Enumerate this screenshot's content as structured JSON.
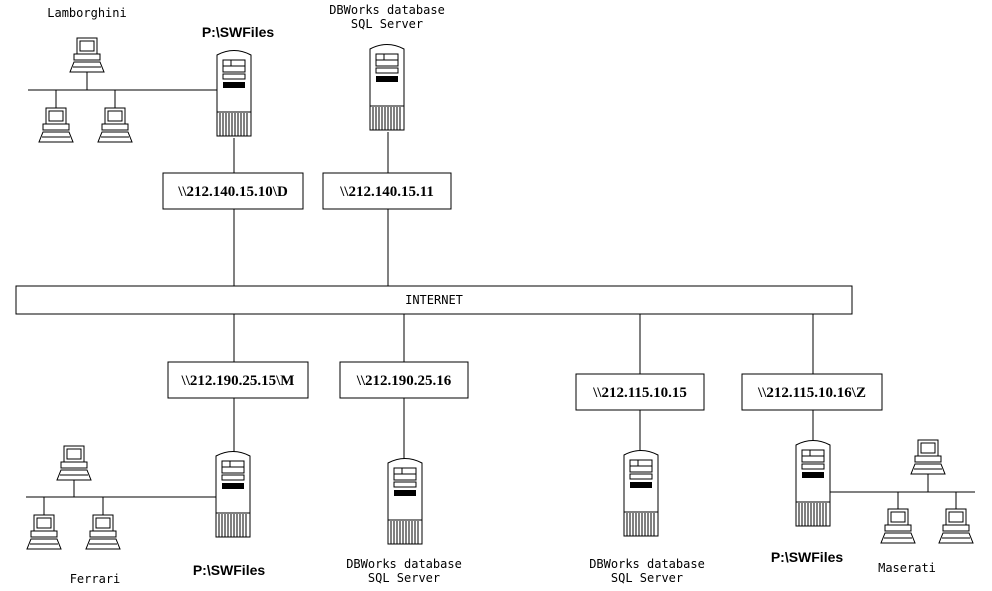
{
  "internet_label": "INTERNET",
  "sites": {
    "lamborghini": {
      "site_name": "Lamborghini",
      "share": "P:\\SWFiles",
      "address": "\\\\212.140.15.10\\D"
    },
    "ferrari": {
      "site_name": "Ferrari",
      "share": "P:\\SWFiles",
      "address": "\\\\212.190.25.15\\M"
    },
    "maserati": {
      "site_name": "Maserati",
      "share": "P:\\SWFiles",
      "address": "\\\\212.115.10.16\\Z"
    }
  },
  "db_servers": {
    "top": {
      "line1": "DBWorks database",
      "line2": "SQL Server",
      "address": "\\\\212.140.15.11"
    },
    "bottom_left": {
      "line1": "DBWorks database",
      "line2": "SQL Server",
      "address": "\\\\212.190.25.16"
    },
    "bottom_right": {
      "line1": "DBWorks database",
      "line2": "SQL Server",
      "address": "\\\\212.115.10.15"
    }
  }
}
